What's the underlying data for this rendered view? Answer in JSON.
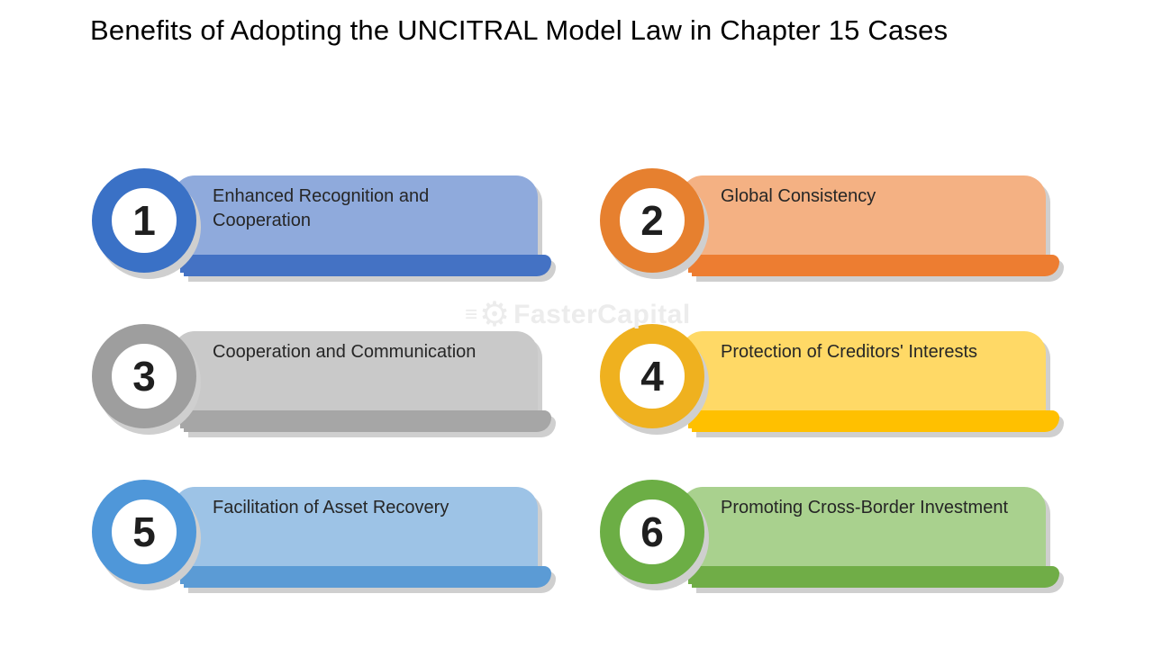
{
  "title": "Benefits of Adopting the UNCITRAL Model Law in Chapter 15 Cases",
  "watermark": {
    "text": "FasterCapital",
    "icon": "gear-icon"
  },
  "theme": {
    "background": "#FFFFFF",
    "title": "#000000",
    "text": "#262626",
    "shadow": "#CFCFCF",
    "watermark": "#ECECEC"
  },
  "items": [
    {
      "number": "1",
      "title": "Enhanced Recognition and Cooperation",
      "colors": {
        "ring": "#3A71C6",
        "light": "#8FAADC",
        "dark": "#4472C4"
      }
    },
    {
      "number": "2",
      "title": "Global Consistency",
      "colors": {
        "ring": "#E6802F",
        "light": "#F4B183",
        "dark": "#ED7D31"
      }
    },
    {
      "number": "3",
      "title": "Cooperation and Communication",
      "colors": {
        "ring": "#9E9E9E",
        "light": "#C9C9C9",
        "dark": "#A6A6A6"
      }
    },
    {
      "number": "4",
      "title": "Protection of Creditors' Interests",
      "colors": {
        "ring": "#EFB11F",
        "light": "#FFD966",
        "dark": "#FFC000"
      }
    },
    {
      "number": "5",
      "title": "Facilitation of Asset Recovery",
      "colors": {
        "ring": "#4F97D9",
        "light": "#9DC3E6",
        "dark": "#5B9BD5"
      }
    },
    {
      "number": "6",
      "title": "Promoting Cross-Border Investment",
      "colors": {
        "ring": "#6CAE45",
        "light": "#A9D18E",
        "dark": "#70AD47"
      }
    }
  ]
}
